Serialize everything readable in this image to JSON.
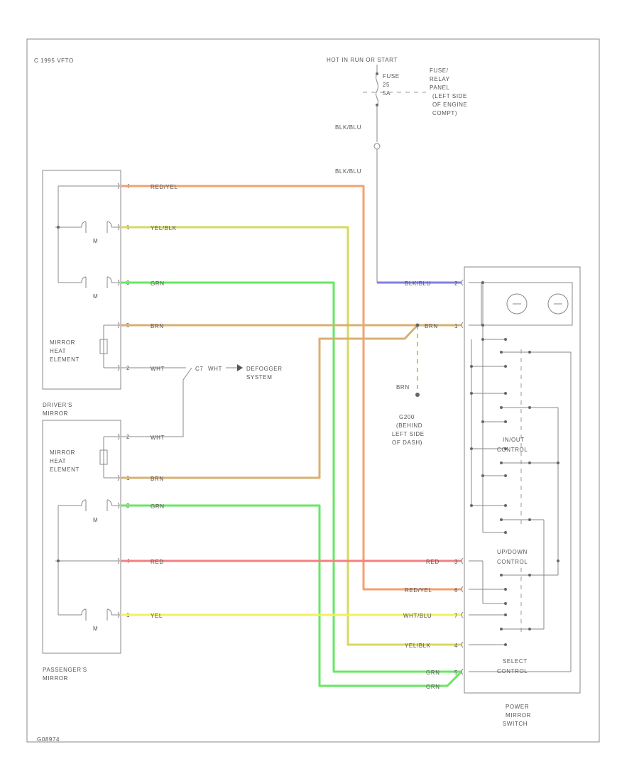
{
  "copyright": "C 1995 VFTO",
  "figure_id": "G08974",
  "power": {
    "source": "HOT IN RUN OR START",
    "fuse": [
      "FUSE",
      "25",
      "5A"
    ],
    "relay_panel": [
      "FUSE/",
      "RELAY",
      "PANEL",
      "(LEFT SIDE",
      "OF ENGINE",
      "COMPT)"
    ],
    "wire_upper": "BLK/BLU",
    "wire_lower": "BLK/BLU"
  },
  "drivers_mirror": {
    "name": [
      "DRIVER'S",
      "MIRROR"
    ],
    "heat_element": [
      "MIRROR",
      "HEAT",
      "ELEMENT"
    ],
    "motor_label": "M",
    "pins": [
      "4",
      "1",
      "3",
      "5",
      "2"
    ],
    "wires": [
      "RED/YEL",
      "YEL/BLK",
      "GRN",
      "BRN",
      "WHT"
    ]
  },
  "defogger": {
    "connector": "C7",
    "wire": "WHT",
    "label": [
      "DEFOGGER",
      "SYSTEM"
    ]
  },
  "passengers_mirror": {
    "name": [
      "PASSENGER'S",
      "MIRROR"
    ],
    "heat_element": [
      "MIRROR",
      "HEAT",
      "ELEMENT"
    ],
    "motor_label": "M",
    "pins": [
      "2",
      "1",
      "3",
      "4",
      "1"
    ],
    "wires": [
      "WHT",
      "BRN",
      "GRN",
      "RED",
      "YEL"
    ]
  },
  "ground": {
    "wire": "BRN",
    "label": [
      "G200",
      "(BEHIND",
      "LEFT SIDE",
      "OF DASH)"
    ]
  },
  "switch": {
    "name": [
      "POWER",
      "MIRROR",
      "SWITCH"
    ],
    "left_right": [
      "IN/OUT",
      "CONTROL"
    ],
    "up_down": [
      "UP/DOWN",
      "CONTROL"
    ],
    "select": [
      "SELECT",
      "CONTROL"
    ],
    "pins": [
      "2",
      "1",
      "3",
      "6",
      "7",
      "4",
      "5"
    ],
    "wires": [
      "BLK/BLU",
      "BRN",
      "RED",
      "RED/YEL",
      "WHT/BLU",
      "YEL/BLK",
      "GRN",
      "GRN"
    ]
  },
  "colors": {
    "red_yel": "#f4a070",
    "yel_blk": "#d8d860",
    "grn": "#66e860",
    "brn": "#d8b070",
    "red": "#f48080",
    "yel": "#f0f060",
    "blk_blu": "#8080e0",
    "wht": "#b0b0b0",
    "outline": "#888888"
  }
}
